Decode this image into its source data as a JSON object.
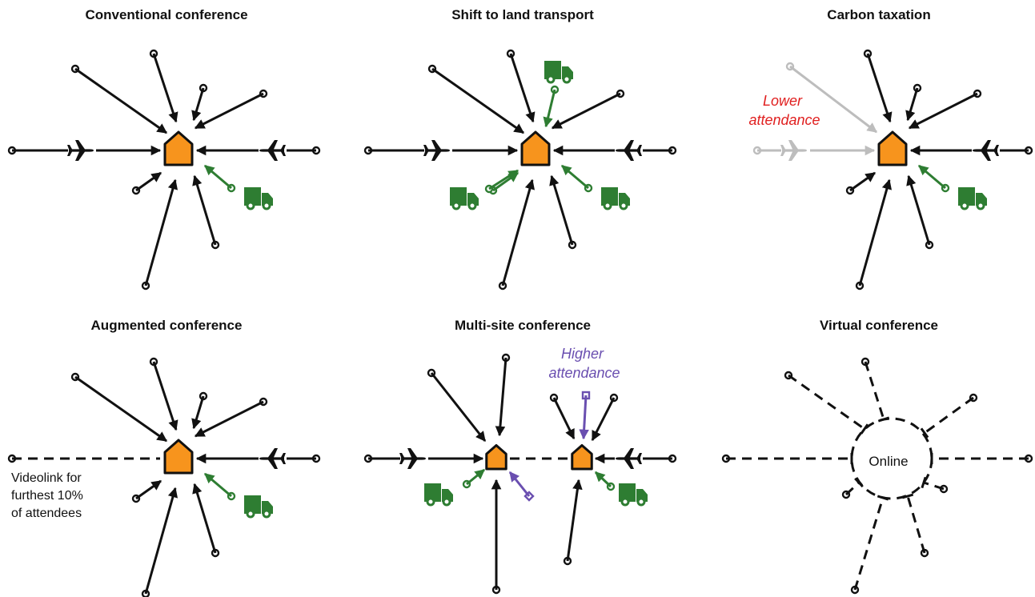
{
  "colors": {
    "flight": "#111111",
    "land": "#2e7d32",
    "removed": "#bdbdbd",
    "new_attendee": "#6a4fb0",
    "venue": "#f7941d",
    "lower_note": "#e02020"
  },
  "icons": {
    "venue": "house-icon",
    "plane": "plane-icon",
    "truck": "truck-icon"
  },
  "panels": {
    "conventional": {
      "title": "Conventional conference"
    },
    "land": {
      "title": "Shift to land transport"
    },
    "carbon": {
      "title": "Carbon taxation",
      "note": [
        "Lower",
        "attendance"
      ]
    },
    "augmented": {
      "title": "Augmented conference",
      "note": [
        "Videolink for",
        "furthest 10%",
        "of attendees"
      ]
    },
    "multisite": {
      "title": "Multi-site conference",
      "note": [
        "Higher",
        "attendance"
      ]
    },
    "virtual": {
      "title": "Virtual conference",
      "center_label": "Online"
    }
  }
}
